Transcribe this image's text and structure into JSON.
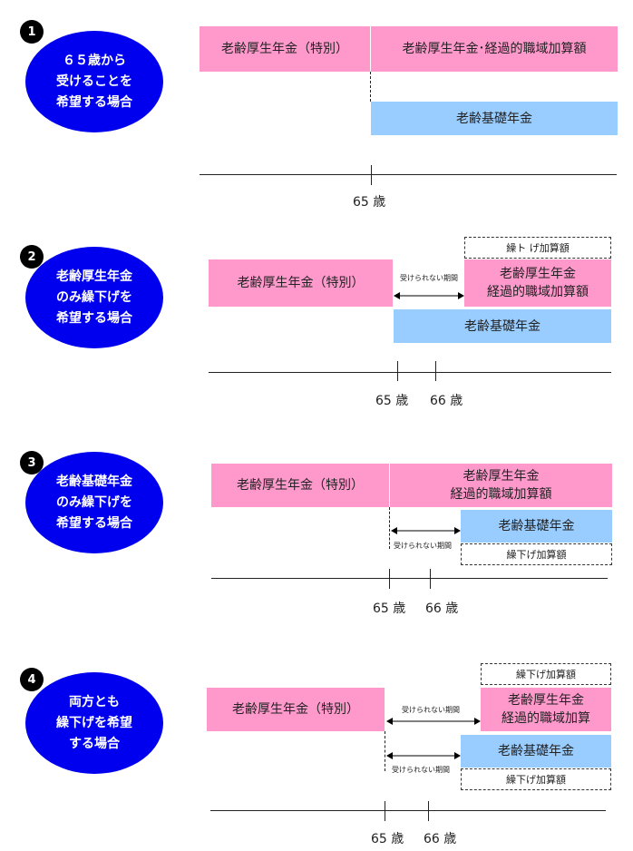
{
  "sections": [
    {
      "number": "1",
      "oval": [
        "６５歳から",
        "受けることを",
        "希望する場合"
      ],
      "bar_special": "老齢厚生年金（特別）",
      "bar_pension": "老齢厚生年金･経過的職域加算額",
      "bar_basic": "老齢基礎年金",
      "age65": "65 歳"
    },
    {
      "number": "2",
      "oval": [
        "老齢厚生年金",
        "のみ繰下げを",
        "希望する場合"
      ],
      "bar_special": "老齢厚生年金（特別）",
      "bar_pension_1": "老齢厚生年金",
      "bar_pension_2": "経過的職域加算額",
      "bar_basic": "老齢基礎年金",
      "deferral_top": "繰ト げ加算額",
      "gap_label": "受けられない期間",
      "age65": "65 歳",
      "age66": "66 歳"
    },
    {
      "number": "3",
      "oval": [
        "老齢基礎年金",
        "のみ繰下げを",
        "希望する場合"
      ],
      "bar_special": "老齢厚生年金（特別）",
      "bar_pension_1": "老齢厚生年金",
      "bar_pension_2": "経過的職域加算額",
      "bar_basic": "老齢基礎年金",
      "deferral_bottom": "繰下げ加算額",
      "gap_label": "受けられない期間",
      "age65": "65 歳",
      "age66": "66 歳"
    },
    {
      "number": "4",
      "oval": [
        "両方とも",
        "繰下げを希望",
        "する場合"
      ],
      "bar_special": "老齢厚生年金（特別）",
      "bar_pension_1": "老齢厚生年金",
      "bar_pension_2": "経過的職域加算",
      "bar_basic": "老齢基礎年金",
      "deferral_top": "繰下げ加算額",
      "deferral_bottom": "繰下げ加算額",
      "gap_label_top": "受けられない期間",
      "gap_label_bottom": "受けられない期間",
      "age65": "65 歳",
      "age66": "66 歳"
    }
  ],
  "colors": {
    "oval": "#0000ee",
    "pink": "#ff99cc",
    "blue": "#99ccff"
  }
}
